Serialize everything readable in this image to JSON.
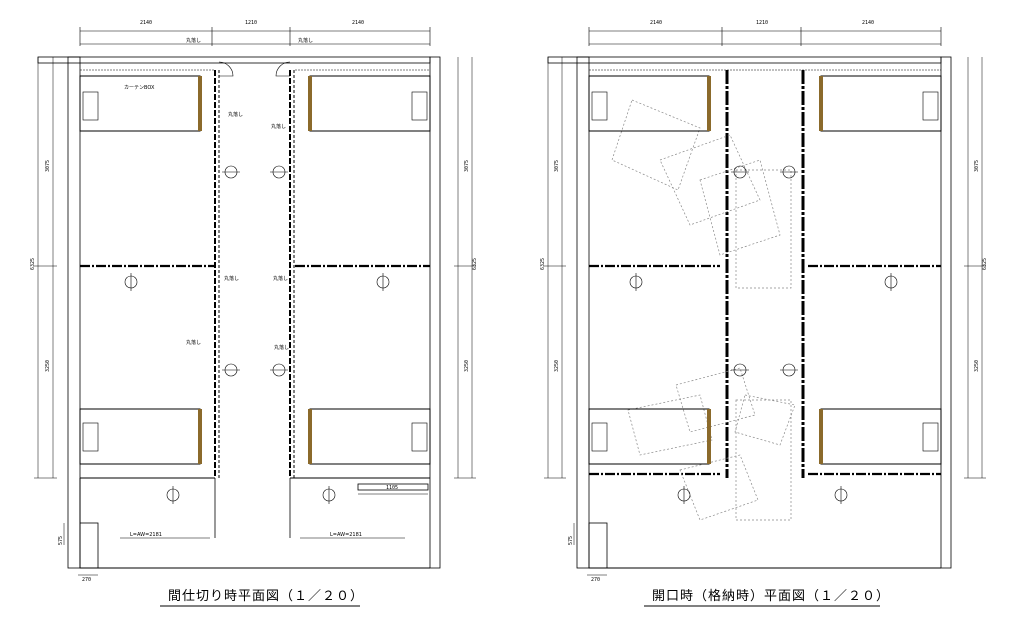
{
  "colors": {
    "line": "#000000",
    "bed_frame": "#8b6a2b",
    "dashed_outline": "#888888"
  },
  "left_plan": {
    "caption": "間仕切り時平面図（１／２０）",
    "top_dims": [
      "2140",
      "1210",
      "2140"
    ],
    "left_dims": [
      "3075",
      "3250",
      "6325"
    ],
    "right_dims": [
      "3075",
      "3250",
      "6325"
    ],
    "dim_1105": "1105",
    "notes": {
      "drop_left_top": "丸落し",
      "drop_right_top": "丸落し",
      "curtain_box": "カーテンBOX",
      "drop_a": "丸落し",
      "drop_b": "丸落し",
      "drop_c": "丸落し",
      "drop_d": "丸落し",
      "drop_e": "丸落し",
      "drop_f": "丸落し"
    },
    "bottom_left_label": "L=AW=2181",
    "bottom_right_label": "L=AW=2181",
    "dim_270": "270",
    "dim_575": "575"
  },
  "right_plan": {
    "caption": "開口時（格納時）平面図（１／２０）",
    "top_dims": [
      "2140",
      "1210",
      "2140"
    ],
    "left_dims": [
      "3075",
      "3250",
      "6325"
    ],
    "right_dims": [
      "3075",
      "3250",
      "6325"
    ],
    "dim_270": "270",
    "dim_575": "575"
  }
}
